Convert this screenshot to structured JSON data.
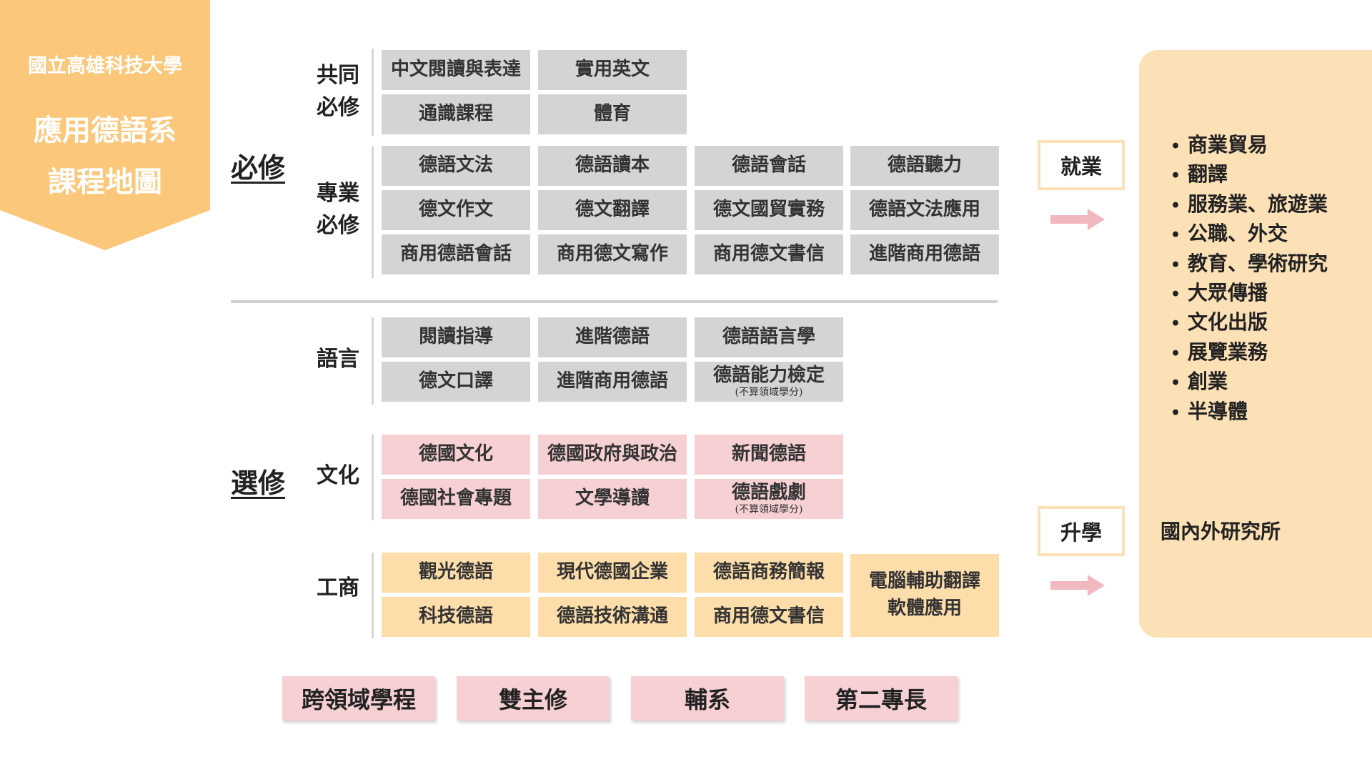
{
  "header": {
    "university": "國立高雄科技大學",
    "department": "應用德語系",
    "title": "課程地圖"
  },
  "sections": {
    "required": "必修",
    "elective": "選修"
  },
  "groups": {
    "common_required": {
      "line1": "共同",
      "line2": "必修"
    },
    "major_required": {
      "line1": "專業",
      "line2": "必修"
    },
    "language": "語言",
    "culture": "文化",
    "business": "工商"
  },
  "courses": {
    "common": [
      "中文閱讀與表達",
      "實用英文",
      "通識課程",
      "體育"
    ],
    "major": [
      "德語文法",
      "德語讀本",
      "德語會話",
      "德語聽力",
      "德文作文",
      "德文翻譯",
      "德文國貿實務",
      "德語文法應用",
      "商用德語會話",
      "商用德文寫作",
      "商用德文書信",
      "進階商用德語"
    ],
    "language": [
      "閱讀指導",
      "進階德語",
      "德語語言學",
      "德文口譯",
      "進階商用德語",
      "德語能力檢定"
    ],
    "culture": [
      "德國文化",
      "德國政府與政治",
      "新聞德語",
      "德國社會專題",
      "文學導讀",
      "德語戲劇"
    ],
    "business": [
      "觀光德語",
      "現代德國企業",
      "德語商務簡報",
      "科技德語",
      "德語技術溝通",
      "商用德文書信"
    ],
    "business_tall": {
      "line1": "電腦輔助翻譯",
      "line2": "軟體應用"
    },
    "note": "(不算領域學分)"
  },
  "programs": [
    "跨領域學程",
    "雙主修",
    "輔系",
    "第二專長"
  ],
  "outcomes": {
    "employment": "就業",
    "further_study": "升學",
    "careers": [
      "商業貿易",
      "翻譯",
      "服務業、旅遊業",
      "公職、外交",
      "教育、學術研究",
      "大眾傳播",
      "文化出版",
      "展覽業務",
      "創業",
      "半導體"
    ],
    "grad_school": "國內外研究所"
  },
  "colors": {
    "banner": "#FBC77A",
    "required_box": "#D4D4D4",
    "culture_box": "#F6D0D3",
    "business_box": "#FDDDAA",
    "career_panel": "#FCE0B6",
    "arrow": "#F2B8BF"
  }
}
